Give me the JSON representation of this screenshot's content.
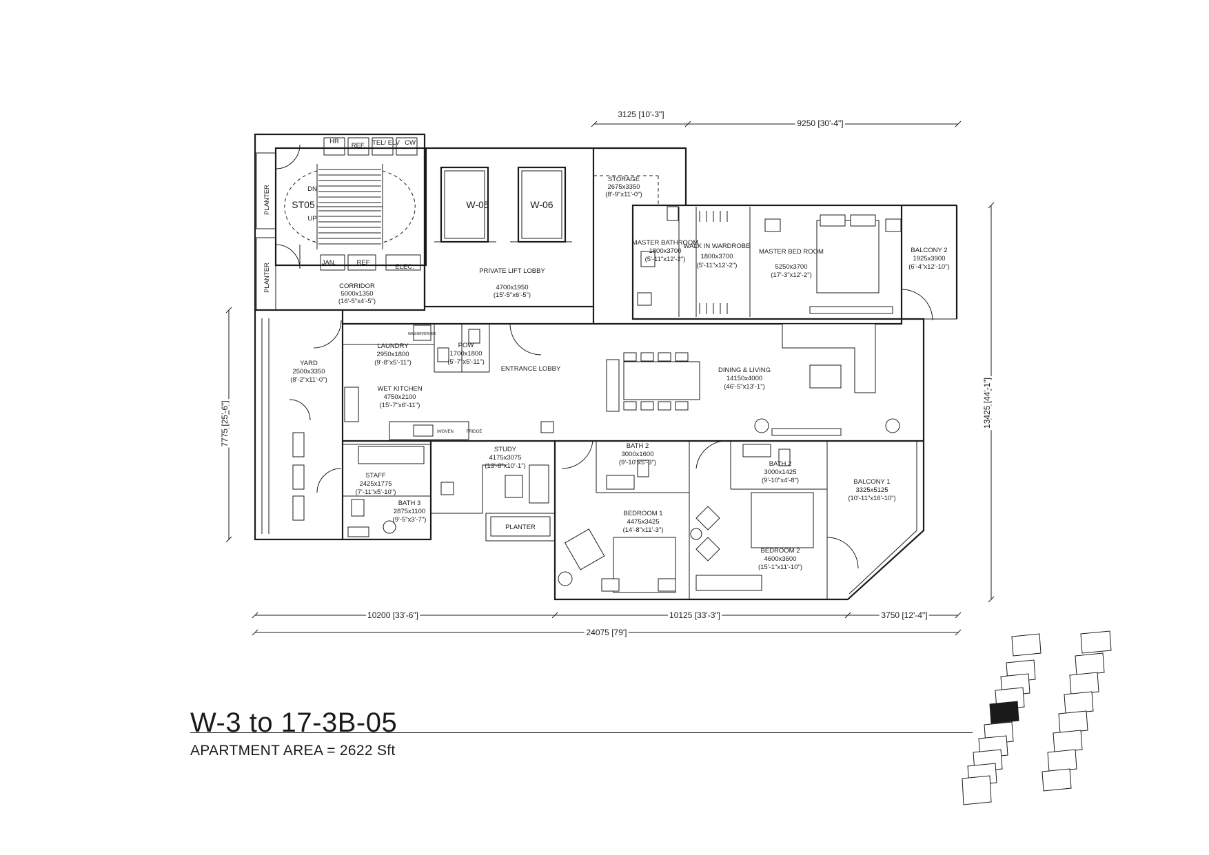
{
  "unit": {
    "title": "W-3 to 17-3B-05",
    "area": "APARTMENT AREA = 2622 Sft"
  },
  "labels": {
    "st05": "ST05",
    "dn": "DN",
    "up": "UP",
    "hr": "HR",
    "ref_top": "REF.",
    "tel_elv": "TEL/ ELV",
    "cw": "CW",
    "jan": "JAN.",
    "ref_bottom": "REF",
    "elec": "ELEC.",
    "planter_left_top": "PLANTER",
    "planter_left_bottom": "PLANTER",
    "lift_w05": "W-05",
    "lift_w06": "W-06",
    "oven": "M/OVEN",
    "fridge": "FRIDGE",
    "washer": "WASHER/DRYER",
    "planter_study": "PLANTER"
  },
  "rooms": [
    {
      "key": "storage",
      "name": "STORAGE",
      "size": "2675x3350",
      "imperial": "(8'-9\"x11'-0\")"
    },
    {
      "key": "master_bath",
      "name": "MASTER BATHROOM",
      "size": "1800x3700",
      "imperial": "(5'-11\"x12'-2\")"
    },
    {
      "key": "walk_in",
      "name": "WALK IN WARDROBE",
      "size": "1800x3700",
      "imperial": "(5'-11\"x12'-2\")"
    },
    {
      "key": "master_bed",
      "name": "MASTER BED ROOM",
      "size": "5250x3700",
      "imperial": "(17'-3\"x12'-2\")"
    },
    {
      "key": "balcony2",
      "name": "BALCONY 2",
      "size": "1925x3900",
      "imperial": "(6'-4\"x12'-10\")"
    },
    {
      "key": "corridor",
      "name": "CORRIDOR",
      "size": "5000x1350",
      "imperial": "(16'-5\"x4'-5\")"
    },
    {
      "key": "lift_lobby",
      "name": "PRIVATE LIFT LOBBY",
      "size": "4700x1950",
      "imperial": "(15'-5\"x6'-5\")"
    },
    {
      "key": "laundry",
      "name": "LAUNDRY",
      "size": "2950x1800",
      "imperial": "(9'-8\"x5'-11\")"
    },
    {
      "key": "pow",
      "name": "POW",
      "size": "1700x1800",
      "imperial": "(5'-7\"x5'-11\")"
    },
    {
      "key": "entrance",
      "name": "ENTRANCE LOBBY",
      "size": "",
      "imperial": ""
    },
    {
      "key": "dining",
      "name": "DINING & LIVING",
      "size": "14150x4000",
      "imperial": "(46'-5\"x13'-1\")"
    },
    {
      "key": "yard",
      "name": "YARD",
      "size": "2500x3350",
      "imperial": "(8'-2\"x11'-0\")"
    },
    {
      "key": "wet_kitchen",
      "name": "WET KITCHEN",
      "size": "4750x2100",
      "imperial": "(15'-7\"x6'-11\")"
    },
    {
      "key": "staff",
      "name": "STAFF",
      "size": "2425x1775",
      "imperial": "(7'-11\"x5'-10\")"
    },
    {
      "key": "bath3",
      "name": "BATH 3",
      "size": "2875x1100",
      "imperial": "(9'-5\"x3'-7\")"
    },
    {
      "key": "study",
      "name": "STUDY",
      "size": "4175x3075",
      "imperial": "(13'-8\"x10'-1\")"
    },
    {
      "key": "bath2a",
      "name": "BATH 2",
      "size": "3000x1600",
      "imperial": "(9'-10\"x5'-3\")"
    },
    {
      "key": "bath2b",
      "name": "BATH 2",
      "size": "3000x1425",
      "imperial": "(9'-10\"x4'-8\")"
    },
    {
      "key": "balcony1",
      "name": "BALCONY 1",
      "size": "3325x5125",
      "imperial": "(10'-11\"x16'-10\")"
    },
    {
      "key": "bedroom1",
      "name": "BEDROOM 1",
      "size": "4475x3425",
      "imperial": "(14'-8\"x11'-3\")"
    },
    {
      "key": "bedroom2",
      "name": "BEDROOM 2",
      "size": "4600x3600",
      "imperial": "(15'-1\"x11'-10\")"
    }
  ],
  "dimensions": {
    "top_left": "3125 [10'-3\"]",
    "top_right": "9250 [30'-4\"]",
    "left_vertical": "7775 [25'-6\"]",
    "right_vertical": "13425 [44'-1\"]",
    "bottom_left": "10200 [33'-6\"]",
    "bottom_mid": "10125 [33'-3\"]",
    "bottom_right": "3750 [12'-4\"]",
    "bottom_total": "24075 [79']"
  },
  "key_plan": {
    "highlight_color": "#1a1a1a",
    "tower_a_units": 10,
    "tower_b_units": 8,
    "highlighted_unit_index": 4
  }
}
